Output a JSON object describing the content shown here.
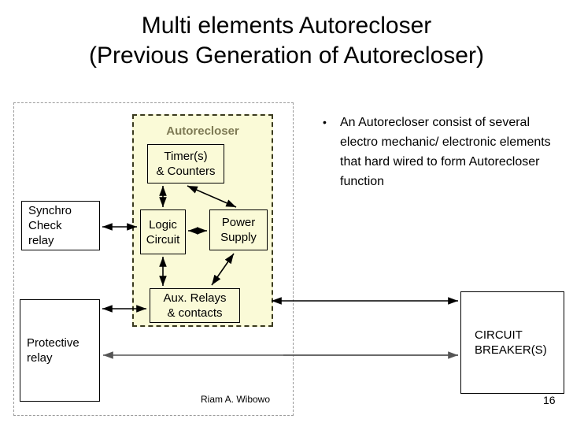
{
  "slide": {
    "title_line1": "Multi elements Autorecloser",
    "title_line2": "(Previous Generation of Autorecloser)",
    "author": "Riam A. Wibowo",
    "page_number": "16"
  },
  "diagram": {
    "group_label": "Autorecloser",
    "boxes": {
      "timer": "Timer(s)\n& Counters",
      "logic": "Logic\nCircuit",
      "power": "Power\nSupply",
      "aux": "Aux. Relays\n& contacts",
      "synchro": "Synchro\nCheck\nrelay",
      "protective": "Protective\nrelay",
      "breaker": "CIRCUIT\nBREAKER(S)"
    },
    "connections": [
      {
        "from": "timer",
        "to": "logic",
        "type": "bidirectional"
      },
      {
        "from": "timer",
        "to": "power",
        "type": "bidirectional"
      },
      {
        "from": "logic",
        "to": "power",
        "type": "bidirectional"
      },
      {
        "from": "logic",
        "to": "aux",
        "type": "bidirectional"
      },
      {
        "from": "aux",
        "to": "power",
        "type": "bidirectional"
      },
      {
        "from": "synchro",
        "to": "logic",
        "type": "bidirectional"
      },
      {
        "from": "protective",
        "to": "aux",
        "type": "bidirectional"
      },
      {
        "from": "aux",
        "to": "breaker",
        "type": "bidirectional"
      },
      {
        "from": "breaker",
        "to": "protective",
        "type": "unidirectional"
      }
    ]
  },
  "notes": {
    "bullet_marker": "•",
    "bullet_text": "An Autorecloser consist of several electro mechanic/ electronic  elements that hard wired to form Autorecloser function"
  },
  "colors": {
    "group_fill": "#fafad7",
    "group_label": "#7e7a55",
    "group_border": "#3a3a1e",
    "outer_border": "#9a9a9a",
    "box_border": "#000000",
    "arrow": "#000000",
    "arrow_gray": "#555555",
    "background": "#ffffff"
  }
}
